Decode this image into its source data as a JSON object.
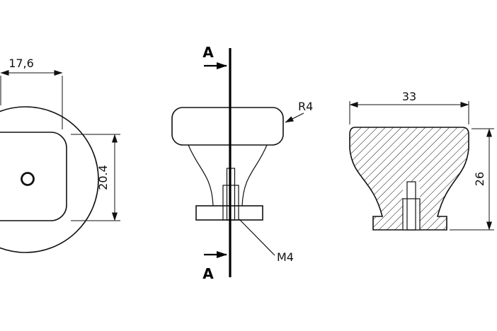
{
  "drawing": {
    "labels": {
      "dim_top_width": "17,6",
      "dim_base_height": "20.4",
      "radius_callout": "R4",
      "thread_callout": "M4",
      "dim_section_width": "33",
      "dim_section_height": "26",
      "section_top": "A",
      "section_bottom": "A"
    },
    "colors": {
      "ink": "#111111",
      "paper": "#ffffff"
    }
  }
}
